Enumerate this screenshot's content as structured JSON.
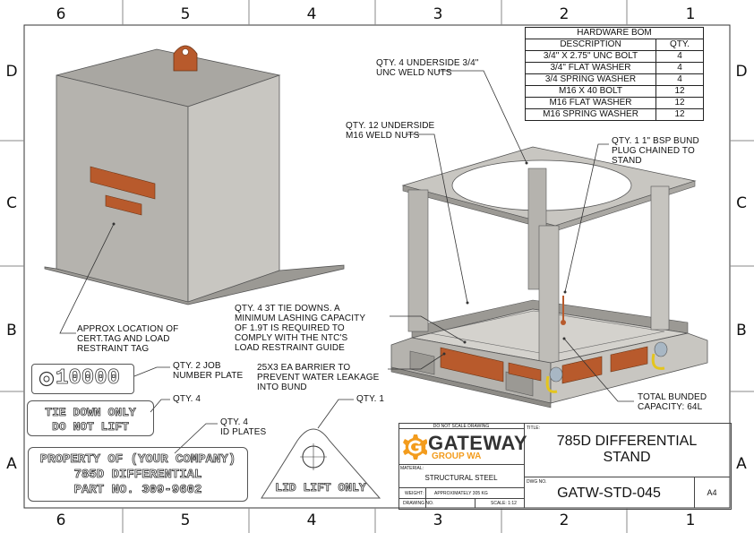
{
  "zones": {
    "cols": [
      "6",
      "5",
      "4",
      "3",
      "2",
      "1"
    ],
    "rows": [
      "D",
      "C",
      "B",
      "A"
    ]
  },
  "bom": {
    "title": "HARDWARE BOM",
    "headers": [
      "DESCRIPTION",
      "QTY."
    ],
    "rows": [
      [
        "3/4\" X 2.75\" UNC BOLT",
        "4"
      ],
      [
        "3/4\" FLAT WASHER",
        "4"
      ],
      [
        "3/4 SPRING WASHER",
        "4"
      ],
      [
        "M16 X 40 BOLT",
        "12"
      ],
      [
        "M16 FLAT WASHER",
        "12"
      ],
      [
        "M16 SPRING WASHER",
        "12"
      ]
    ]
  },
  "notes": {
    "unc_nuts": [
      "QTY. 4 UNDERSIDE 3/4\"",
      "UNC WELD NUTS"
    ],
    "m16_nuts": [
      "QTY. 12 UNDERSIDE",
      "M16 WELD NUTS"
    ],
    "bund_plug": [
      "QTY. 1 1\" BSP BUND",
      "PLUG CHAINED TO",
      "STAND"
    ],
    "cert_tag": [
      "APPROX LOCATION OF",
      "CERT.TAG AND LOAD",
      "RESTRAINT TAG"
    ],
    "tie_downs": [
      "QTY. 4 3T TIE DOWNS. A",
      "MINIMUM LASHING CAPACITY",
      "OF 1.9T IS REQUIRED TO",
      "COMPLY WITH THE NTC'S",
      "LOAD RESTRAINT GUIDE"
    ],
    "barrier": [
      "25X3 EA BARRIER TO",
      "PREVENT WATER LEAKAGE",
      "INTO BUND"
    ],
    "bunded": [
      "TOTAL BUNDED",
      "CAPACITY: 64L"
    ],
    "job_plate": [
      "QTY. 2 JOB",
      "NUMBER PLATE"
    ],
    "qty4": "QTY. 4",
    "id_plates": [
      "QTY. 4",
      "ID PLATES"
    ],
    "qty1": "QTY. 1"
  },
  "plates": {
    "job_number": "10000",
    "tie_down": [
      "TIE DOWN ONLY",
      "DO NOT LIFT"
    ],
    "id_plate": [
      "PROPERTY OF (YOUR COMPANY)",
      "785D DIFFERENTIAL",
      "PART NO. 309-9602"
    ],
    "lid_lift": "LID LIFT ONLY"
  },
  "title_block": {
    "do_not_scale": "DO NOT SCALE DRAWING",
    "company": "GATEWAY",
    "company_sub": "GROUP WA",
    "title_label": "TITLE:",
    "title": [
      "785D DIFFERENTIAL",
      "STAND"
    ],
    "material_label": "MATERIAL:",
    "material": "STRUCTURAL STEEL",
    "weight_label": "WEIGHT:",
    "weight": "APPROXIMATELY 305 KG",
    "drawing_no_label": "DRAWING NO.",
    "scale": "SCALE: 1:12",
    "dwg_label": "DWG NO.",
    "dwg_no": "GATW-STD-045",
    "size": "A4"
  },
  "colors": {
    "accent": "#f39c1d",
    "tag": "#b85a2c",
    "steel": "#b7b5b0",
    "steel_dark": "#8d8b86",
    "line": "#333333"
  }
}
